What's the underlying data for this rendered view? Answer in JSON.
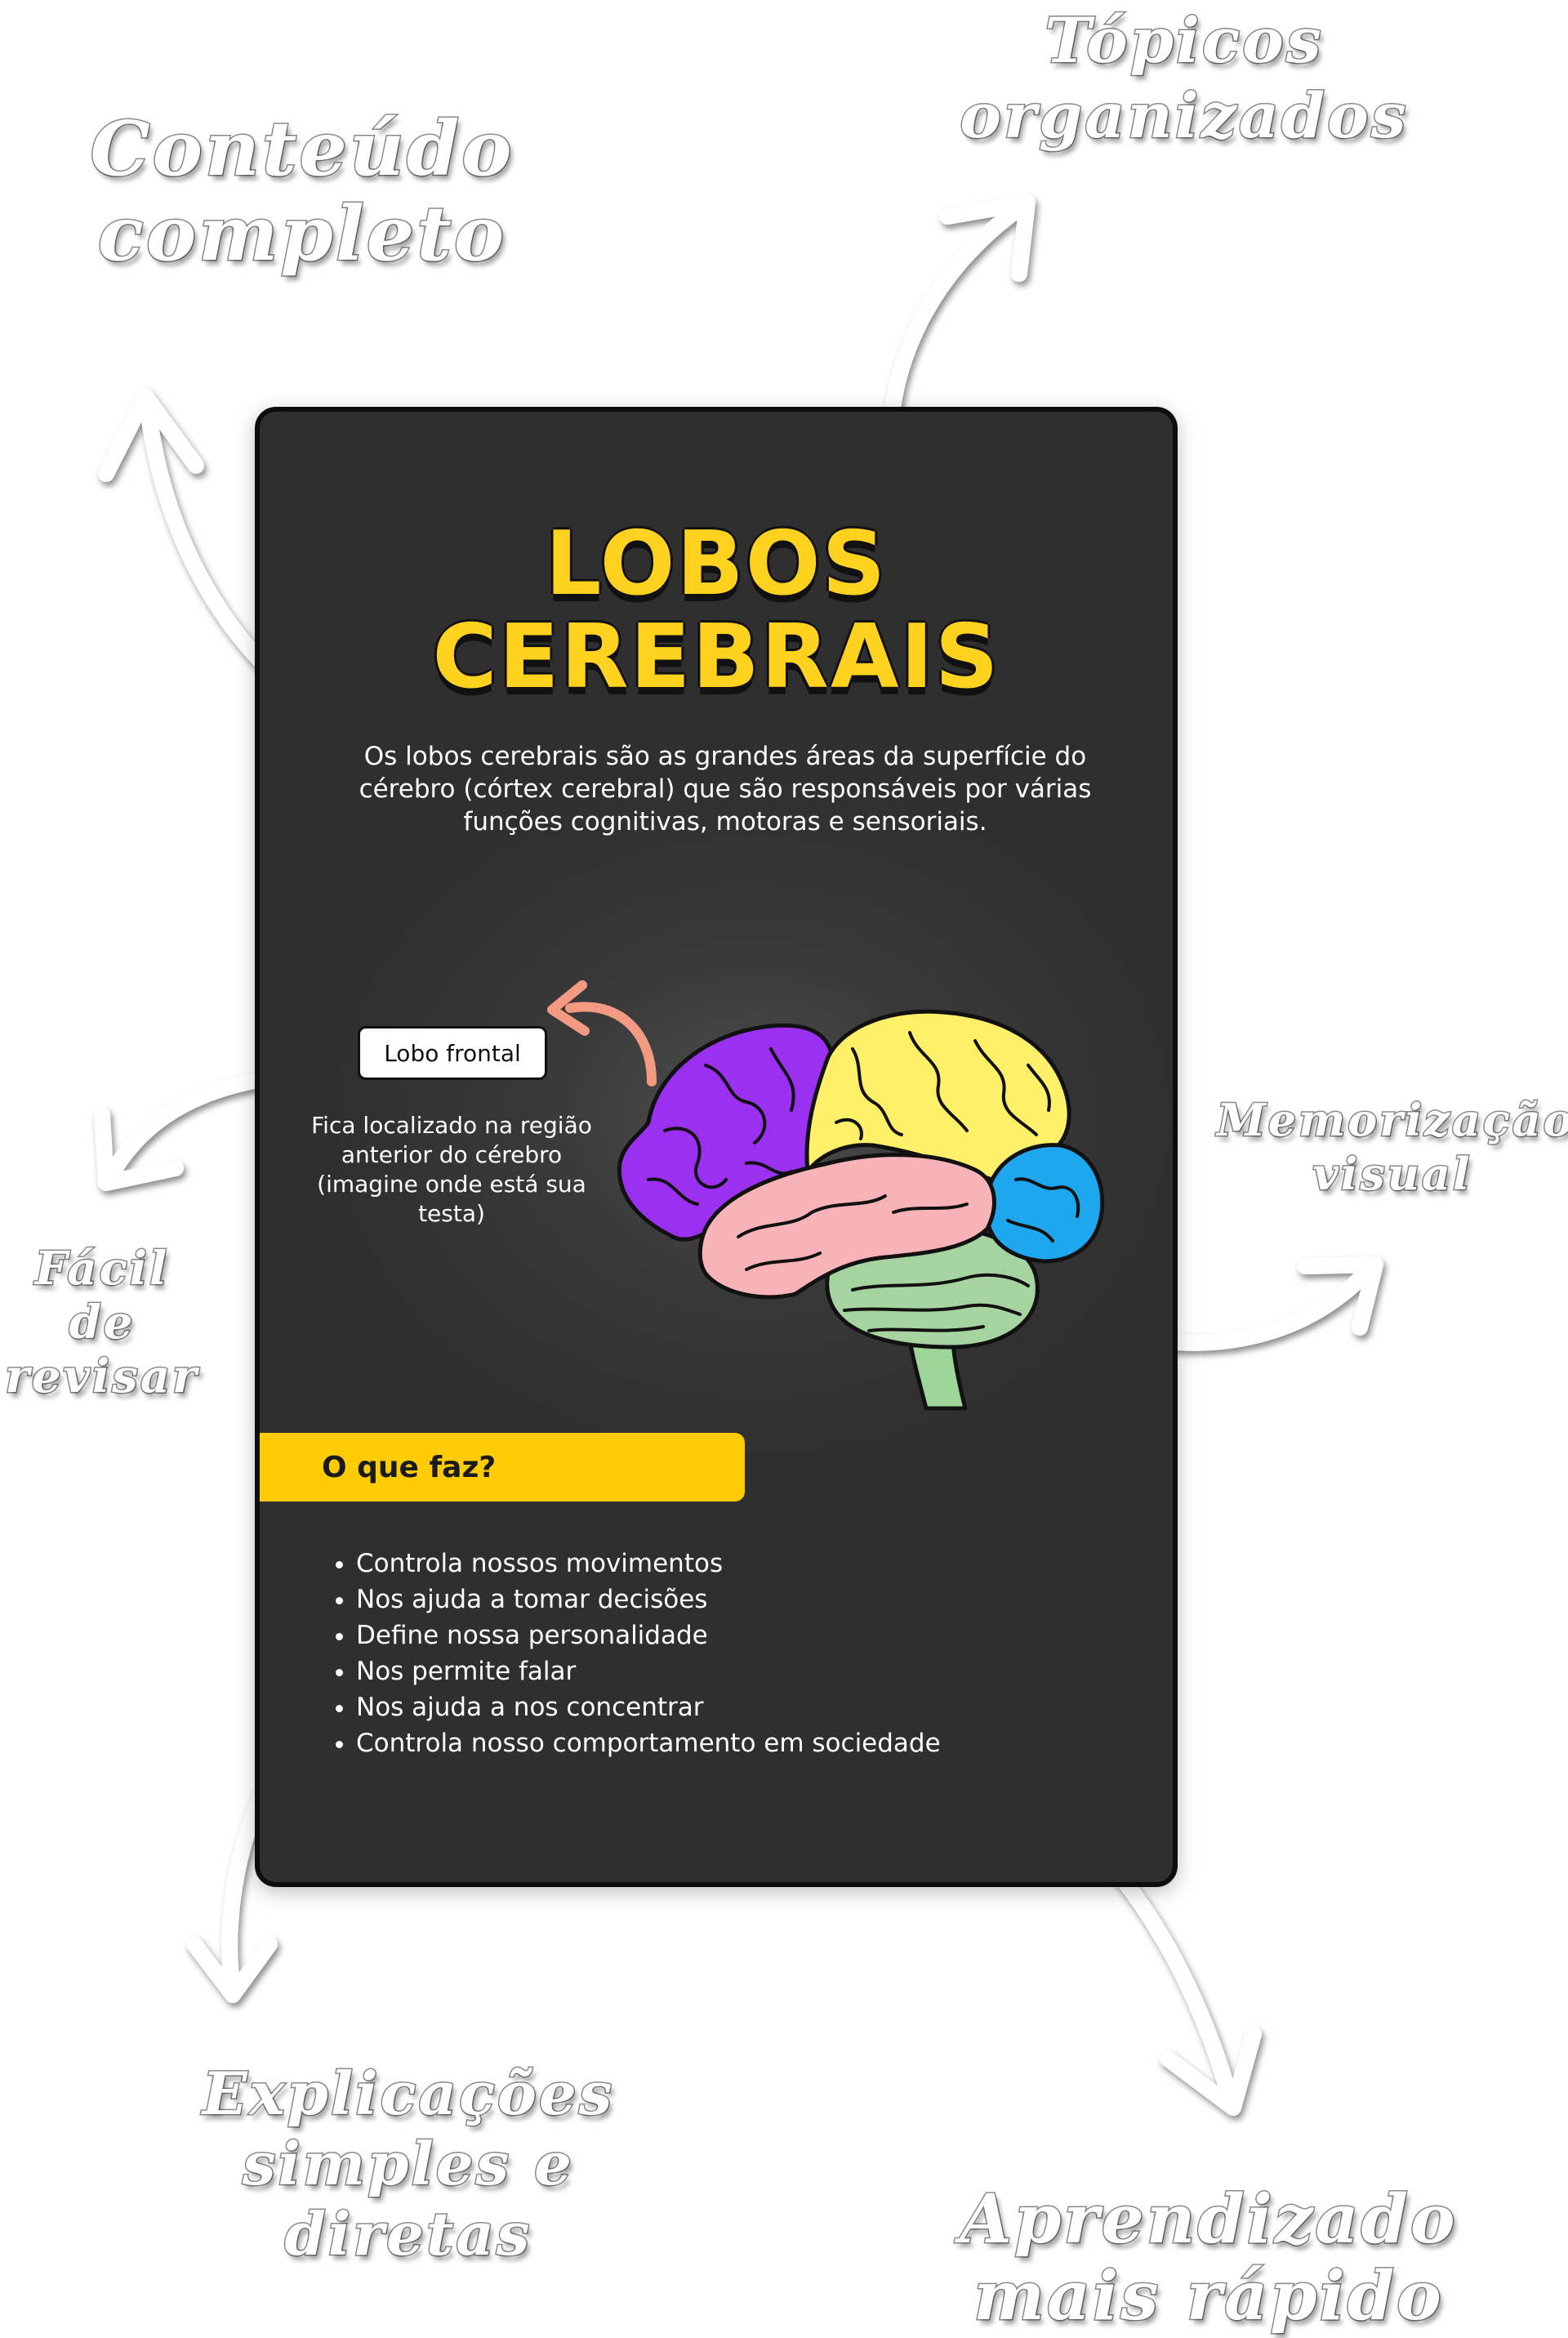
{
  "callouts": {
    "conteudo": [
      "Conteúdo",
      "completo"
    ],
    "topicos": [
      "Tópicos",
      "organizados"
    ],
    "memorizacao": [
      "Memorização",
      "visual"
    ],
    "facil": [
      "Fácil de",
      "revisar"
    ],
    "explicacoes": [
      "Explicações",
      "simples e diretas"
    ],
    "aprendizado": [
      "Aprendizado",
      "mais rápido"
    ]
  },
  "card": {
    "title_line1": "LOBOS",
    "title_line2": "CEREBRAIS",
    "intro": "Os lobos cerebrais são as grandes áreas da superfície do cérebro (córtex cerebral) que são responsáveis por várias funções cognitivas, motoras e sensoriais.",
    "lobe_label": "Lobo frontal",
    "lobe_description": "Fica localizado na região anterior do cérebro (imagine onde está sua testa)",
    "section_title": "O que faz?",
    "bullets": [
      "Controla nossos movimentos",
      "Nos ajuda a tomar decisões",
      "Define nossa personalidade",
      "Nos permite falar",
      "Nos ajuda a nos concentrar",
      "Controla nosso comportamento em sociedade"
    ]
  },
  "colors": {
    "frontal": "#9b30f0",
    "parietal": "#fff06a",
    "temporal": "#f7b3b8",
    "occipital": "#1ea6ee",
    "cerebellum": "#a5d4a0",
    "brainstem": "#9ed69a",
    "accent": "#ffcb05",
    "arrow": "#f39a82"
  }
}
